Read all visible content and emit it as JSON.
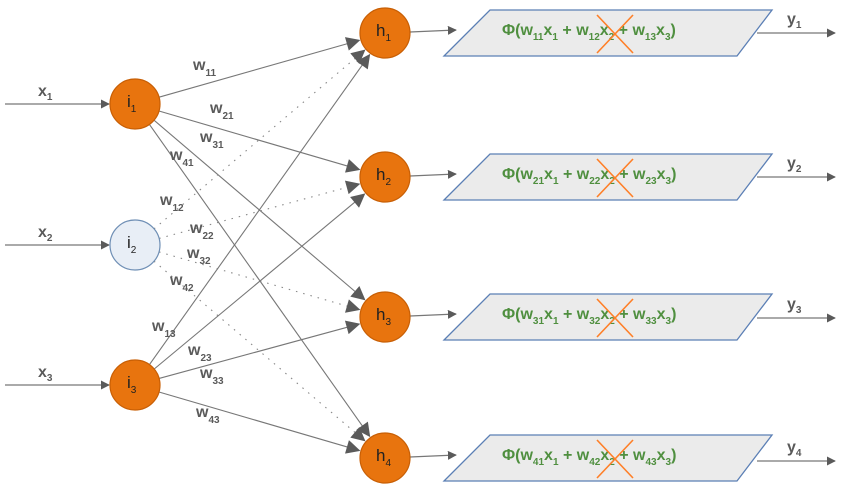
{
  "colors": {
    "active_node": "#e8740e",
    "active_node_stroke": "#c85f05",
    "dropped_node": "#e8eef6",
    "dropped_node_stroke": "#6f8fb5",
    "edge": "#777777",
    "edge_dotted": "#888888",
    "box_fill": "#ebebeb",
    "box_stroke": "#5b7fb5",
    "formula": "#4f8f3f",
    "cross": "#ff7f27"
  },
  "inputs": [
    {
      "label": "x",
      "sub": "1"
    },
    {
      "label": "x",
      "sub": "2"
    },
    {
      "label": "x",
      "sub": "3"
    }
  ],
  "input_nodes": [
    {
      "label": "i",
      "sub": "1",
      "dropped": false
    },
    {
      "label": "i",
      "sub": "2",
      "dropped": true
    },
    {
      "label": "i",
      "sub": "3",
      "dropped": false
    }
  ],
  "hidden_nodes": [
    {
      "label": "h",
      "sub": "1"
    },
    {
      "label": "h",
      "sub": "2"
    },
    {
      "label": "h",
      "sub": "3"
    },
    {
      "label": "h",
      "sub": "4"
    }
  ],
  "outputs": [
    {
      "label": "y",
      "sub": "1"
    },
    {
      "label": "y",
      "sub": "2"
    },
    {
      "label": "y",
      "sub": "3"
    },
    {
      "label": "y",
      "sub": "4"
    }
  ],
  "weights": [
    {
      "label": "w",
      "sub": "11",
      "from": 1,
      "to": 1,
      "dotted": false
    },
    {
      "label": "w",
      "sub": "21",
      "from": 1,
      "to": 2,
      "dotted": false
    },
    {
      "label": "w",
      "sub": "31",
      "from": 1,
      "to": 3,
      "dotted": false
    },
    {
      "label": "w",
      "sub": "41",
      "from": 1,
      "to": 4,
      "dotted": false
    },
    {
      "label": "w",
      "sub": "12",
      "from": 2,
      "to": 1,
      "dotted": true
    },
    {
      "label": "w",
      "sub": "22",
      "from": 2,
      "to": 2,
      "dotted": true
    },
    {
      "label": "w",
      "sub": "32",
      "from": 2,
      "to": 3,
      "dotted": true
    },
    {
      "label": "w",
      "sub": "42",
      "from": 2,
      "to": 4,
      "dotted": true
    },
    {
      "label": "w",
      "sub": "13",
      "from": 3,
      "to": 1,
      "dotted": false
    },
    {
      "label": "w",
      "sub": "23",
      "from": 3,
      "to": 2,
      "dotted": false
    },
    {
      "label": "w",
      "sub": "33",
      "from": 3,
      "to": 3,
      "dotted": false
    },
    {
      "label": "w",
      "sub": "43",
      "from": 3,
      "to": 4,
      "dotted": false
    }
  ],
  "formulas": [
    {
      "phi": "Φ(w",
      "s1": "11",
      "x1": "x",
      "x1s": "1",
      "plus1": "+ w",
      "s2": "12",
      "x2": "x",
      "x2s": "2",
      "plus2": "+ w",
      "s3": "13",
      "x3": "x",
      "x3s": "3",
      "close": ")"
    },
    {
      "phi": "Φ(w",
      "s1": "21",
      "x1": "x",
      "x1s": "1",
      "plus1": "+ w",
      "s2": "22",
      "x2": "x",
      "x2s": "2",
      "plus2": "+ w",
      "s3": "23",
      "x3": "x",
      "x3s": "3",
      "close": ")"
    },
    {
      "phi": "Φ(w",
      "s1": "31",
      "x1": "x",
      "x1s": "1",
      "plus1": "+ w",
      "s2": "32",
      "x2": "x",
      "x2s": "2",
      "plus2": "+ w",
      "s3": "33",
      "x3": "x",
      "x3s": "3",
      "close": ")"
    },
    {
      "phi": "Φ(w",
      "s1": "41",
      "x1": "x",
      "x1s": "1",
      "plus1": "+ w",
      "s2": "42",
      "x2": "x",
      "x2s": "2",
      "plus2": "+ w",
      "s3": "43",
      "x3": "x",
      "x3s": "3",
      "close": ")"
    }
  ]
}
